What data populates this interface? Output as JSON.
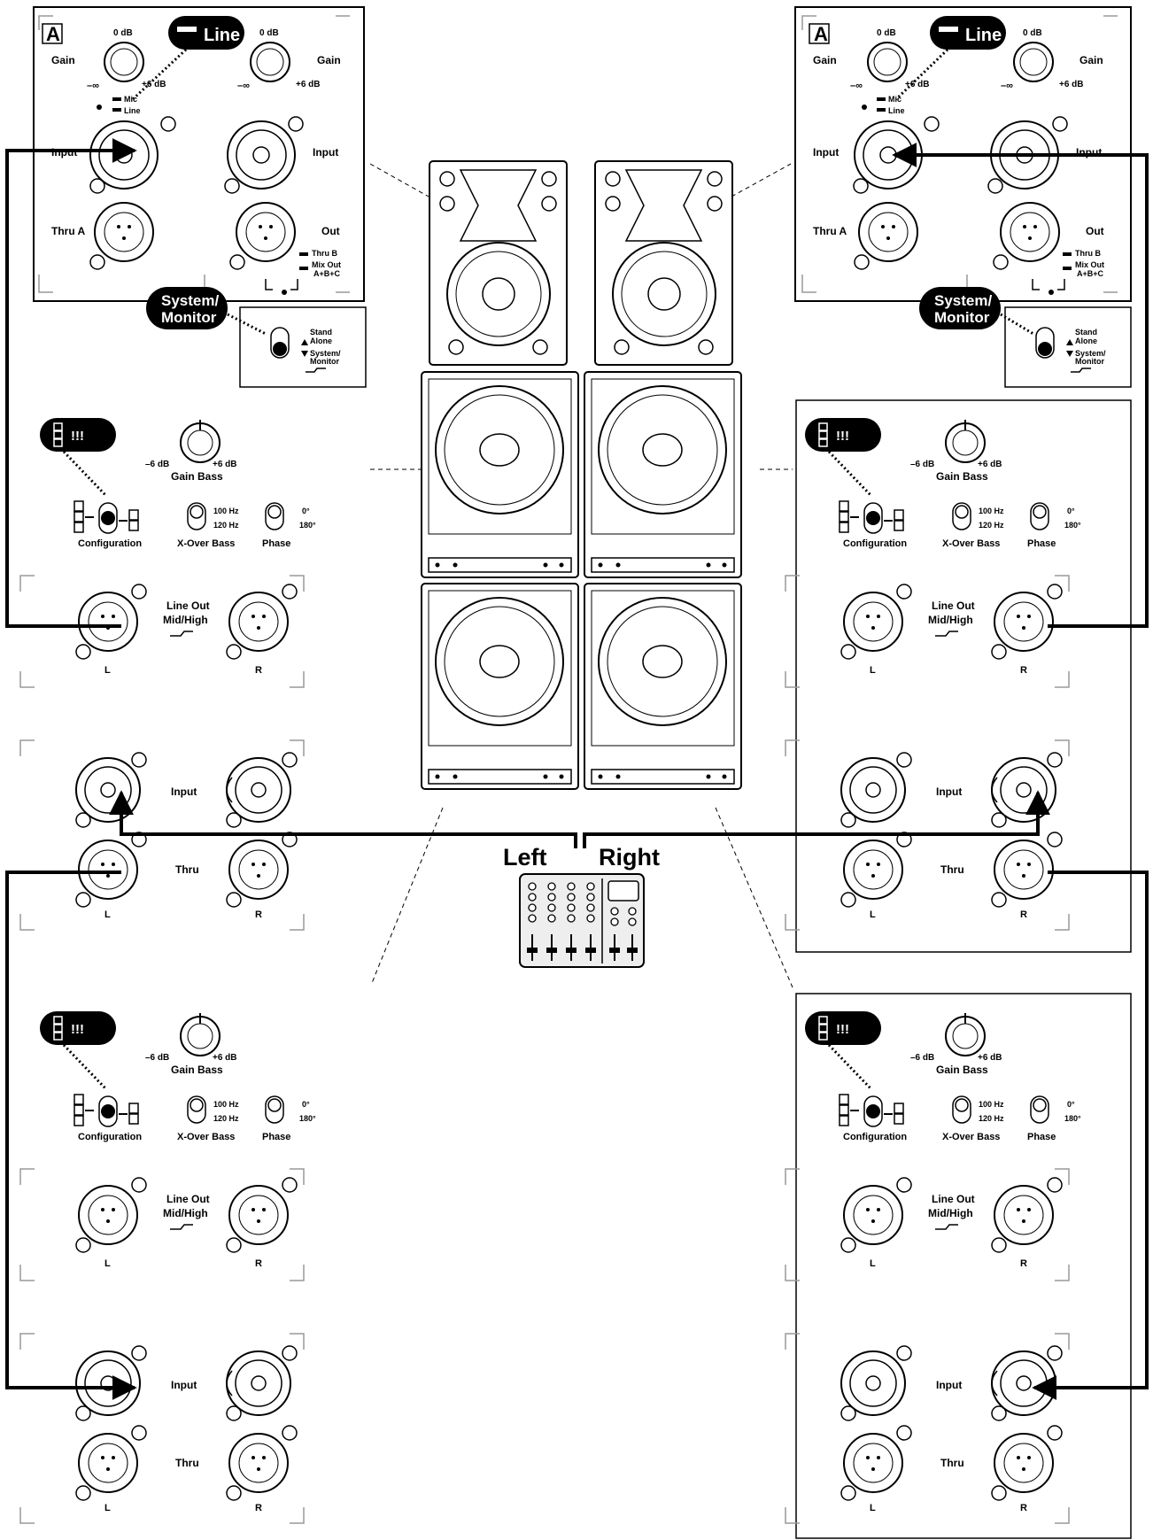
{
  "mixer": {
    "left": "Left",
    "right": "Right"
  },
  "badges": {
    "line": "Line",
    "system_monitor_1": "System/",
    "system_monitor_2": "Monitor",
    "warning": "!!!"
  },
  "top_panel": {
    "logo": "A",
    "gain": "Gain",
    "zero_db": "0 dB",
    "minus_inf": "–∞",
    "plus6": "+6 dB",
    "mic": "Mic",
    "line": "Line",
    "input": "Input",
    "thru_a": "Thru A",
    "out": "Out",
    "thru_b": "Thru B",
    "mix_out_1": "Mix Out",
    "mix_out_2": "A+B+C",
    "stand_1": "Stand",
    "stand_2": "Alone",
    "sys_1": "System/",
    "sys_2": "Monitor"
  },
  "sub_panel": {
    "minus6": "–6 dB",
    "plus6": "+6 dB",
    "gain_bass": "Gain Bass",
    "hz100": "100 Hz",
    "hz120": "120 Hz",
    "deg0": "0°",
    "deg180": "180°",
    "configuration": "Configuration",
    "xover": "X-Over Bass",
    "phase": "Phase",
    "line_out_1": "Line Out",
    "line_out_2": "Mid/High",
    "l": "L",
    "r": "R",
    "input": "Input",
    "thru": "Thru"
  }
}
